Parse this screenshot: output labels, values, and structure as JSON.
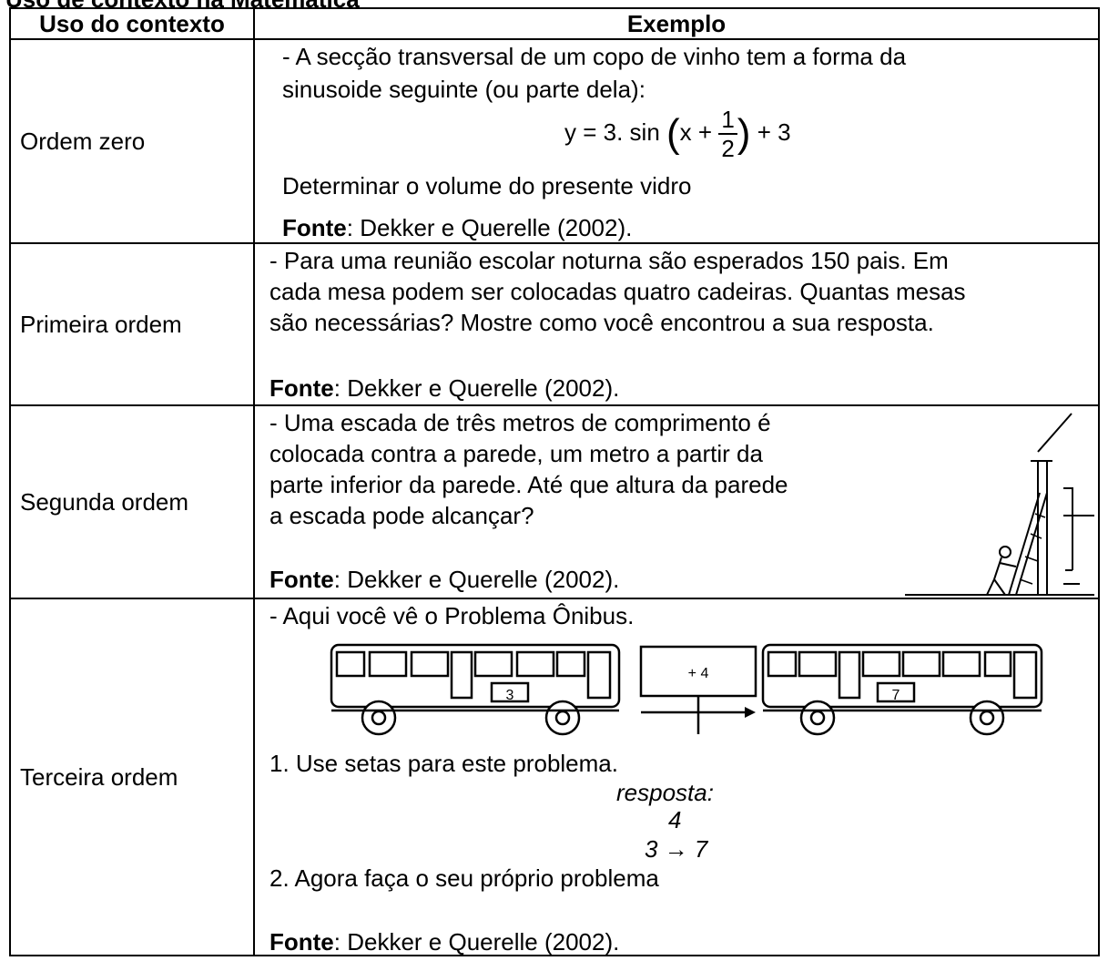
{
  "cut_title": "Uso de contexto na Matemática",
  "table": {
    "headers": [
      "Uso do contexto",
      "Exemplo"
    ],
    "rows": [
      {
        "label": "Ordem zero",
        "line1": "- A secção transversal de um copo de vinho tem a forma da",
        "line2": "sinusoide seguinte (ou parte dela):",
        "formula": {
          "prefix": "y = 3. sin",
          "inner": "x +",
          "numerator": "1",
          "denominator": "2",
          "suffix": "+ 3"
        },
        "line3": "Determinar o volume do presente vidro",
        "source_label": "Fonte",
        "source_text": ": Dekker e Querelle (2002)."
      },
      {
        "label": "Primeira ordem",
        "line1": "- Para uma reunião escolar noturna são esperados 150 pais. Em",
        "line2": "cada mesa podem ser colocadas quatro cadeiras. Quantas mesas",
        "line3": "são necessárias? Mostre como você encontrou a sua resposta.",
        "source_label": "Fonte",
        "source_text": ": Dekker e Querelle (2002)."
      },
      {
        "label": "Segunda ordem",
        "line1": "- Uma escada de três metros de comprimento é",
        "line2": "colocada contra a parede, um metro a partir da",
        "line3": "parte inferior da parede. Até que altura da parede",
        "line4": "a escada pode alcançar?",
        "source_label": "Fonte",
        "source_text": ": Dekker e Querelle (2002)."
      },
      {
        "label": "Terceira ordem",
        "line1": "- Aqui você vê o Problema Ônibus.",
        "sign_text": "+ 4",
        "bus1_number": "3",
        "bus2_number": "7",
        "item1": "1. Use setas para este problema.",
        "answer_label": "resposta:",
        "answer_top": "4",
        "answer_bottom": "3 → 7",
        "item2": "2. Agora faça o seu próprio problema",
        "source_label": "Fonte",
        "source_text": ": Dekker e Querelle (2002)."
      }
    ]
  }
}
